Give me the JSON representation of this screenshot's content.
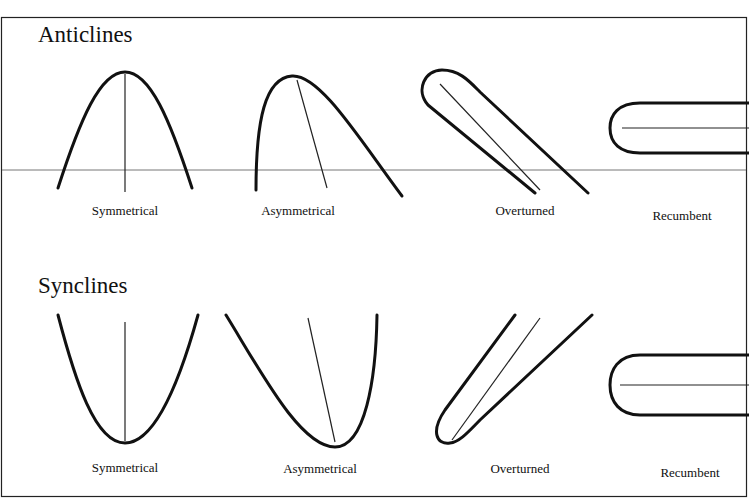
{
  "diagram": {
    "labels": [
      "Anticlines",
      "Symmetrical",
      "Asymmetrical",
      "Overturned",
      "Recumbent",
      "Synclines",
      "Symmetrical",
      "Asymmetrical",
      "Overturned",
      "Recumbent"
    ]
  }
}
